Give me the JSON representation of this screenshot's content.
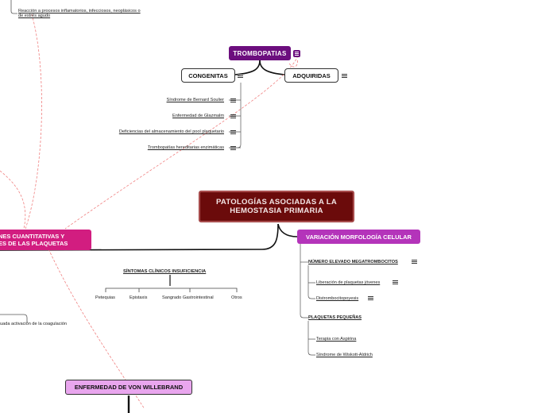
{
  "central": {
    "line1": "PATOLOGÍAS ASOCIADAS A LA",
    "line2": "HEMOSTASIA PRIMARIA"
  },
  "trombopatias": {
    "title": "TROMBOPATIAS",
    "congenitas": "CONGENITAS",
    "adquiridas": "ADQUIRIDAS",
    "congenitas_items": [
      "Síndrome de Bernard Soulier",
      "Enfermedad de Glazmalm",
      "Deficiencias del almacenamiento del pool plaquetario",
      "Trombopatías hereditarias enzimáticas"
    ]
  },
  "top_note": {
    "line1": "Reacción a procesos inflamatorios, infecciosos, neoplásicos o",
    "line2": "de estrés agudo"
  },
  "alteraciones": {
    "line1": "NES CUANTITATIVAS Y",
    "line2": "ES DE LAS PLAQUETAS"
  },
  "sintomas": {
    "title": "SÍNTOMAS CLÍNICOS INSUFICIENCIA",
    "items": [
      "Petequias",
      "Epistaxis",
      "Sangrado Gastrointestinal",
      "Otros"
    ]
  },
  "coag_note": "uada activación de la coagulación",
  "variacion": {
    "title": "VARIACIÓN MORFOLOGÍA CELULAR",
    "numero": "NÚMERO ELEVADO MEGATROMBOCITOS",
    "numero_items": [
      "Liberación de plaquetas jóvenes",
      "Distrombocitopoyesis"
    ],
    "pequenas": "PLAQUETAS PEQUEÑAS",
    "pequenas_items": [
      "Terapia con Aspirina",
      "Síndrome de Wiskott-Aldrich"
    ]
  },
  "von_willebrand": "ENFERMEDAD DE VON WILLEBRAND",
  "colors": {
    "central": "#6b0b0b",
    "trombopatias": "#6c0e7e",
    "alteraciones": "#d21d80",
    "variacion": "#b434ba",
    "von_willebrand": "#e9a6ee",
    "relation": "#f08080"
  }
}
